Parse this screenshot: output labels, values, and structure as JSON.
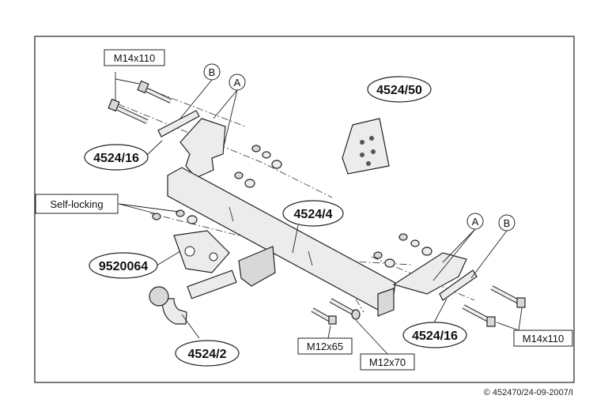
{
  "labels": {
    "bolt_top": "M14x110",
    "self_locking": "Self-locking",
    "bolt_m12x65": "M12x65",
    "bolt_m12x70": "M12x70",
    "bolt_right": "M14x110"
  },
  "parts": {
    "bracket_left": "4524/16",
    "bracket_right": "4524/16",
    "crossbar": "4524/4",
    "plate": "4524/50",
    "socket_plate": "9520064",
    "towball": "4524/2"
  },
  "letters": {
    "a_left": "A",
    "b_left": "B",
    "a_right": "A",
    "b_right": "B"
  },
  "footer": {
    "copyright": "© 452470/24-09-2007/I"
  }
}
